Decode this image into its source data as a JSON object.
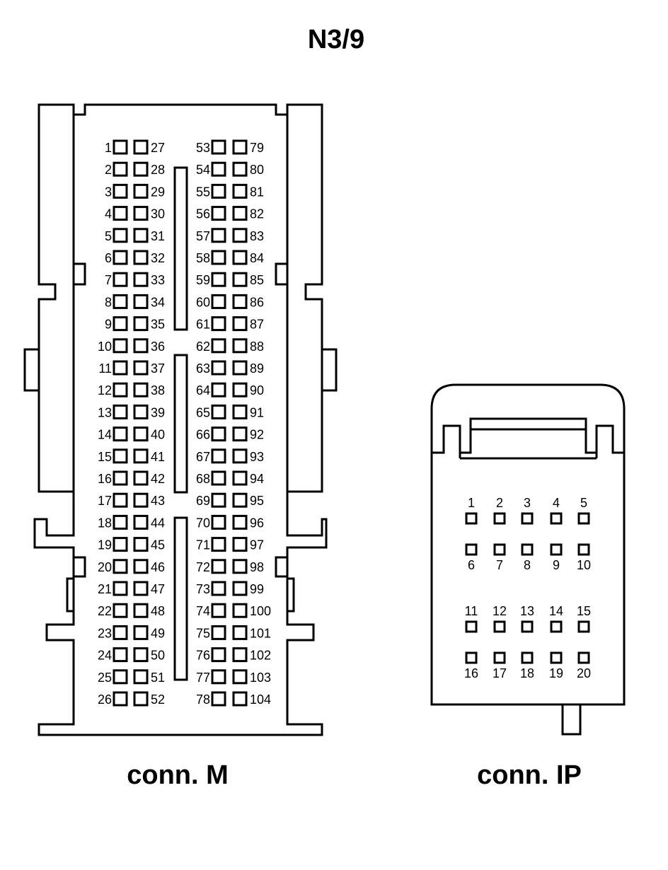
{
  "title": "N3/9",
  "connector_m": {
    "label": "conn. M",
    "columns": [
      {
        "pins": [
          "1",
          "2",
          "3",
          "4",
          "5",
          "6",
          "7",
          "8",
          "9",
          "10",
          "11",
          "12",
          "13",
          "14",
          "15",
          "16",
          "17",
          "18",
          "19",
          "20",
          "21",
          "22",
          "23",
          "24",
          "25",
          "26"
        ],
        "side": "left"
      },
      {
        "pins": [
          "27",
          "28",
          "29",
          "30",
          "31",
          "32",
          "33",
          "34",
          "35",
          "36",
          "37",
          "38",
          "39",
          "40",
          "41",
          "42",
          "43",
          "44",
          "45",
          "46",
          "47",
          "48",
          "49",
          "50",
          "51",
          "52"
        ],
        "side": "right"
      },
      {
        "pins": [
          "53",
          "54",
          "55",
          "56",
          "57",
          "58",
          "59",
          "60",
          "61",
          "62",
          "63",
          "64",
          "65",
          "66",
          "67",
          "68",
          "69",
          "70",
          "71",
          "72",
          "73",
          "74",
          "75",
          "76",
          "77",
          "78"
        ],
        "side": "left"
      },
      {
        "pins": [
          "79",
          "80",
          "81",
          "82",
          "83",
          "84",
          "85",
          "86",
          "87",
          "88",
          "89",
          "90",
          "91",
          "92",
          "93",
          "94",
          "95",
          "96",
          "97",
          "98",
          "99",
          "100",
          "101",
          "102",
          "103",
          "104"
        ],
        "side": "right"
      }
    ]
  },
  "connector_ip": {
    "label": "conn. IP",
    "rows": [
      {
        "pins": [
          "1",
          "2",
          "3",
          "4",
          "5"
        ],
        "label_pos": "above"
      },
      {
        "pins": [
          "6",
          "7",
          "8",
          "9",
          "10"
        ],
        "label_pos": "below"
      },
      {
        "pins": [
          "11",
          "12",
          "13",
          "14",
          "15"
        ],
        "label_pos": "above"
      },
      {
        "pins": [
          "16",
          "17",
          "18",
          "19",
          "20"
        ],
        "label_pos": "below"
      }
    ]
  }
}
